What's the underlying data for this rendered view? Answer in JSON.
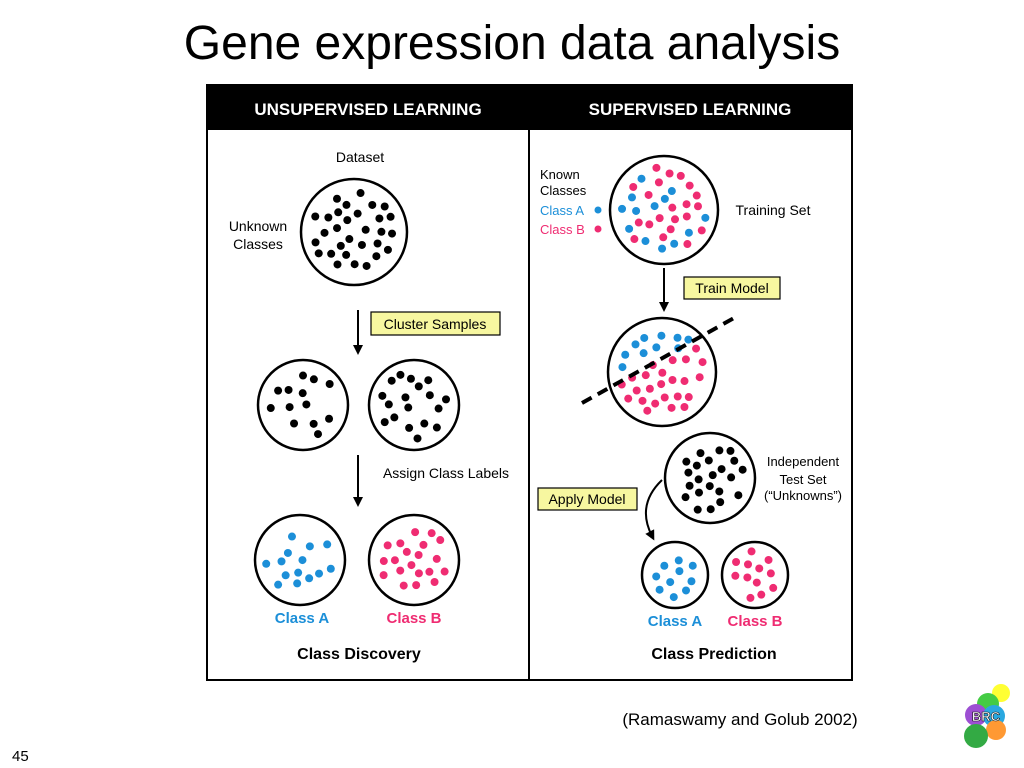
{
  "slide": {
    "title": "Gene expression data analysis",
    "citation": "(Ramaswamy and Golub 2002)",
    "page_number": "45"
  },
  "logo": {
    "text": "BRC",
    "colors": [
      "#ffff33",
      "#9d4fd3",
      "#2aa8e0",
      "#ff9933",
      "#33aa44",
      "#ee2b8c"
    ]
  },
  "colors": {
    "header_bg": "#000000",
    "class_a": "#1c8fd8",
    "class_b": "#ef2c72",
    "label_bg": "#f7f7a0"
  },
  "unsupervised": {
    "header": "UNSUPERVISED LEARNING",
    "dataset_label": "Dataset",
    "unknown_classes": [
      "Unknown",
      "Classes"
    ],
    "step1_label": "Cluster Samples",
    "step2_label": "Assign Class Labels",
    "class_a_label": "Class A",
    "class_b_label": "Class B",
    "footer": "Class Discovery"
  },
  "supervised": {
    "header": "SUPERVISED LEARNING",
    "known_classes": [
      "Known",
      "Classes"
    ],
    "legend_class_a": "Class A",
    "legend_class_b": "Class B",
    "training_set_label": "Training Set",
    "train_model_label": "Train Model",
    "test_set_label": [
      "Independent",
      "Test Set",
      "(“Unknowns”)"
    ],
    "apply_model_label": "Apply Model",
    "class_a_label": "Class A",
    "class_b_label": "Class B",
    "footer": "Class Prediction"
  }
}
